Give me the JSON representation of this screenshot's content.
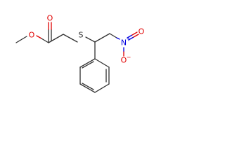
{
  "molecule": {
    "atoms": {
      "carbonyl_oxygen": {
        "symbol": "O",
        "color": "#e00000"
      },
      "ester_oxygen": {
        "symbol": "O",
        "color": "#e00000"
      },
      "sulfur": {
        "symbol": "S",
        "color": "#303030"
      },
      "nitro_nitrogen": {
        "symbol": "N",
        "color": "#0000e0",
        "charge": "+"
      },
      "nitro_oxygen_double": {
        "symbol": "O",
        "color": "#e00000"
      },
      "nitro_oxygen_single": {
        "symbol": "O",
        "color": "#e00000",
        "charge": "−"
      }
    },
    "bond_color": "#303030"
  }
}
